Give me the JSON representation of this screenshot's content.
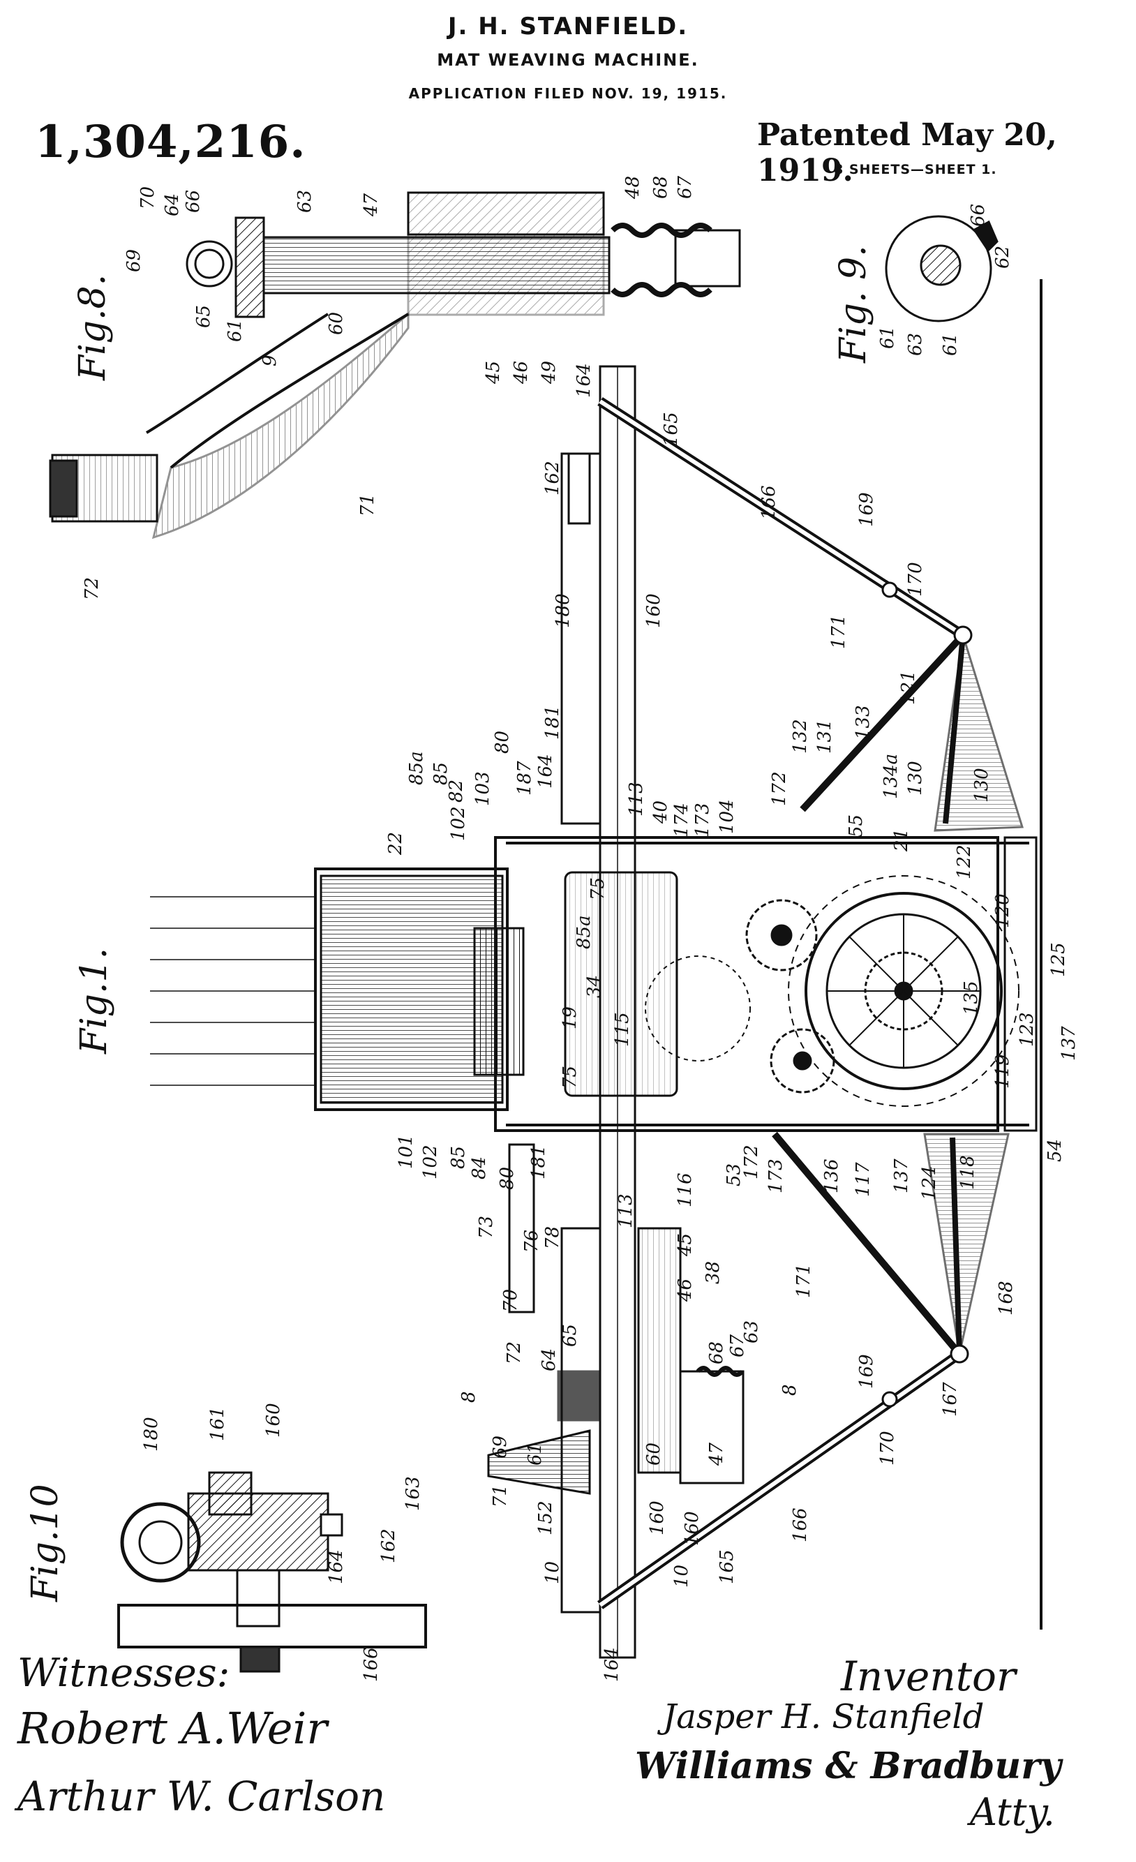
{
  "header": {
    "inventor": "J. H. STANFIELD.",
    "title": "MAT WEAVING MACHINE.",
    "filed": "APPLICATION FILED NOV. 19, 1915.",
    "patent_number": "1,304,216.",
    "patented_date": "Patented May 20, 1919.",
    "sheets": "8 SHEETS—SHEET 1."
  },
  "figures": {
    "fig1": "Fig.1.",
    "fig8": "Fig.8.",
    "fig9": "Fig. 9.",
    "fig10": "Fig.10"
  },
  "labels": {
    "fig8": [
      "70",
      "64",
      "66",
      "63",
      "47",
      "48",
      "68",
      "67",
      "69",
      "65",
      "61",
      "9",
      "60",
      "45",
      "46",
      "49",
      "71",
      "72"
    ],
    "fig9": [
      "66",
      "62",
      "61",
      "63",
      "61"
    ],
    "fig10": [
      "180",
      "161",
      "160",
      "163",
      "162",
      "164",
      "166"
    ],
    "fig1_upper": [
      "164",
      "165",
      "162",
      "166",
      "169",
      "170",
      "180",
      "160",
      "171",
      "181",
      "121",
      "85a",
      "22",
      "85",
      "82",
      "103",
      "80",
      "187",
      "164",
      "113",
      "40",
      "174",
      "173",
      "104",
      "172",
      "132",
      "131",
      "133",
      "134a",
      "130",
      "130",
      "55",
      "21",
      "102",
      "75",
      "85a",
      "122",
      "120",
      "19",
      "34",
      "115",
      "75",
      "125",
      "135",
      "137",
      "123",
      "119",
      "101",
      "102",
      "85",
      "84",
      "80",
      "181",
      "116",
      "53",
      "173",
      "136",
      "117",
      "137",
      "124",
      "118",
      "54"
    ],
    "fig1_lower": [
      "73",
      "78",
      "76",
      "113",
      "45",
      "38",
      "46",
      "172",
      "171",
      "168",
      "70",
      "72",
      "65",
      "64",
      "68",
      "67",
      "63",
      "8",
      "8",
      "169",
      "170",
      "167",
      "69",
      "61",
      "60",
      "47",
      "160",
      "71",
      "152",
      "160",
      "166",
      "165",
      "10",
      "10",
      "164"
    ]
  },
  "signatures": {
    "witnesses_label": "Witnesses:",
    "witness_1": "Robert A.Weir",
    "witness_2": "Arthur W. Carlson",
    "inventor_label": "Inventor",
    "inventor": "Jasper H. Stanfield",
    "attorneys": "Williams & Bradbury",
    "atty_label": "Atty."
  }
}
